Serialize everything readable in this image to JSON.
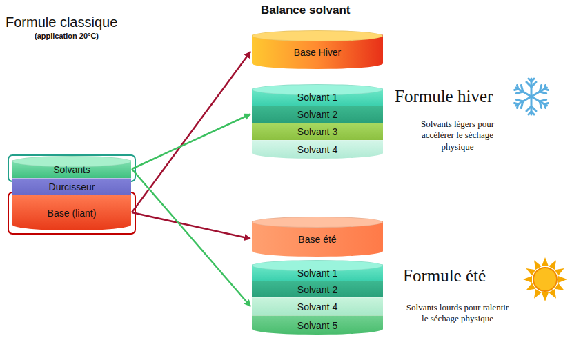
{
  "diagram": {
    "nodes": [
      {
        "text": [
          "Solvants"
        ]
      },
      {
        "text": [
          "Durcisseur"
        ]
      },
      {
        "text": [
          "Base (liant)"
        ]
      },
      {
        "text": [
          "Base Hiver"
        ]
      },
      {
        "text": [
          "Solvant 1"
        ]
      },
      {
        "text": [
          "Solvant 2"
        ]
      },
      {
        "text": [
          "Solvant 3"
        ]
      },
      {
        "text": [
          "Solvant 4"
        ]
      },
      {
        "text": [
          "Base été"
        ]
      },
      {
        "text": [
          "Solvant 1"
        ]
      },
      {
        "text": [
          "Solvant 2"
        ]
      },
      {
        "text": [
          "Solvant 4"
        ]
      },
      {
        "text": [
          "Solvant 5"
        ]
      }
    ],
    "edges": [
      {
        "from": 2,
        "to": 3,
        "arrow": "to"
      },
      {
        "from": 0,
        "to": 5,
        "arrow": "to"
      },
      {
        "from": 2,
        "to": 8,
        "arrow": "to"
      },
      {
        "from": 0,
        "to": 11,
        "arrow": "to"
      }
    ],
    "labels": [
      "Formule classique",
      "(application 20°C)",
      "Balance solvant",
      "Formule hiver",
      "Solvants légers pour accélérer le séchage physique",
      "Formule été",
      "Solvants lourds pour ralentir le séchage physique"
    ]
  }
}
